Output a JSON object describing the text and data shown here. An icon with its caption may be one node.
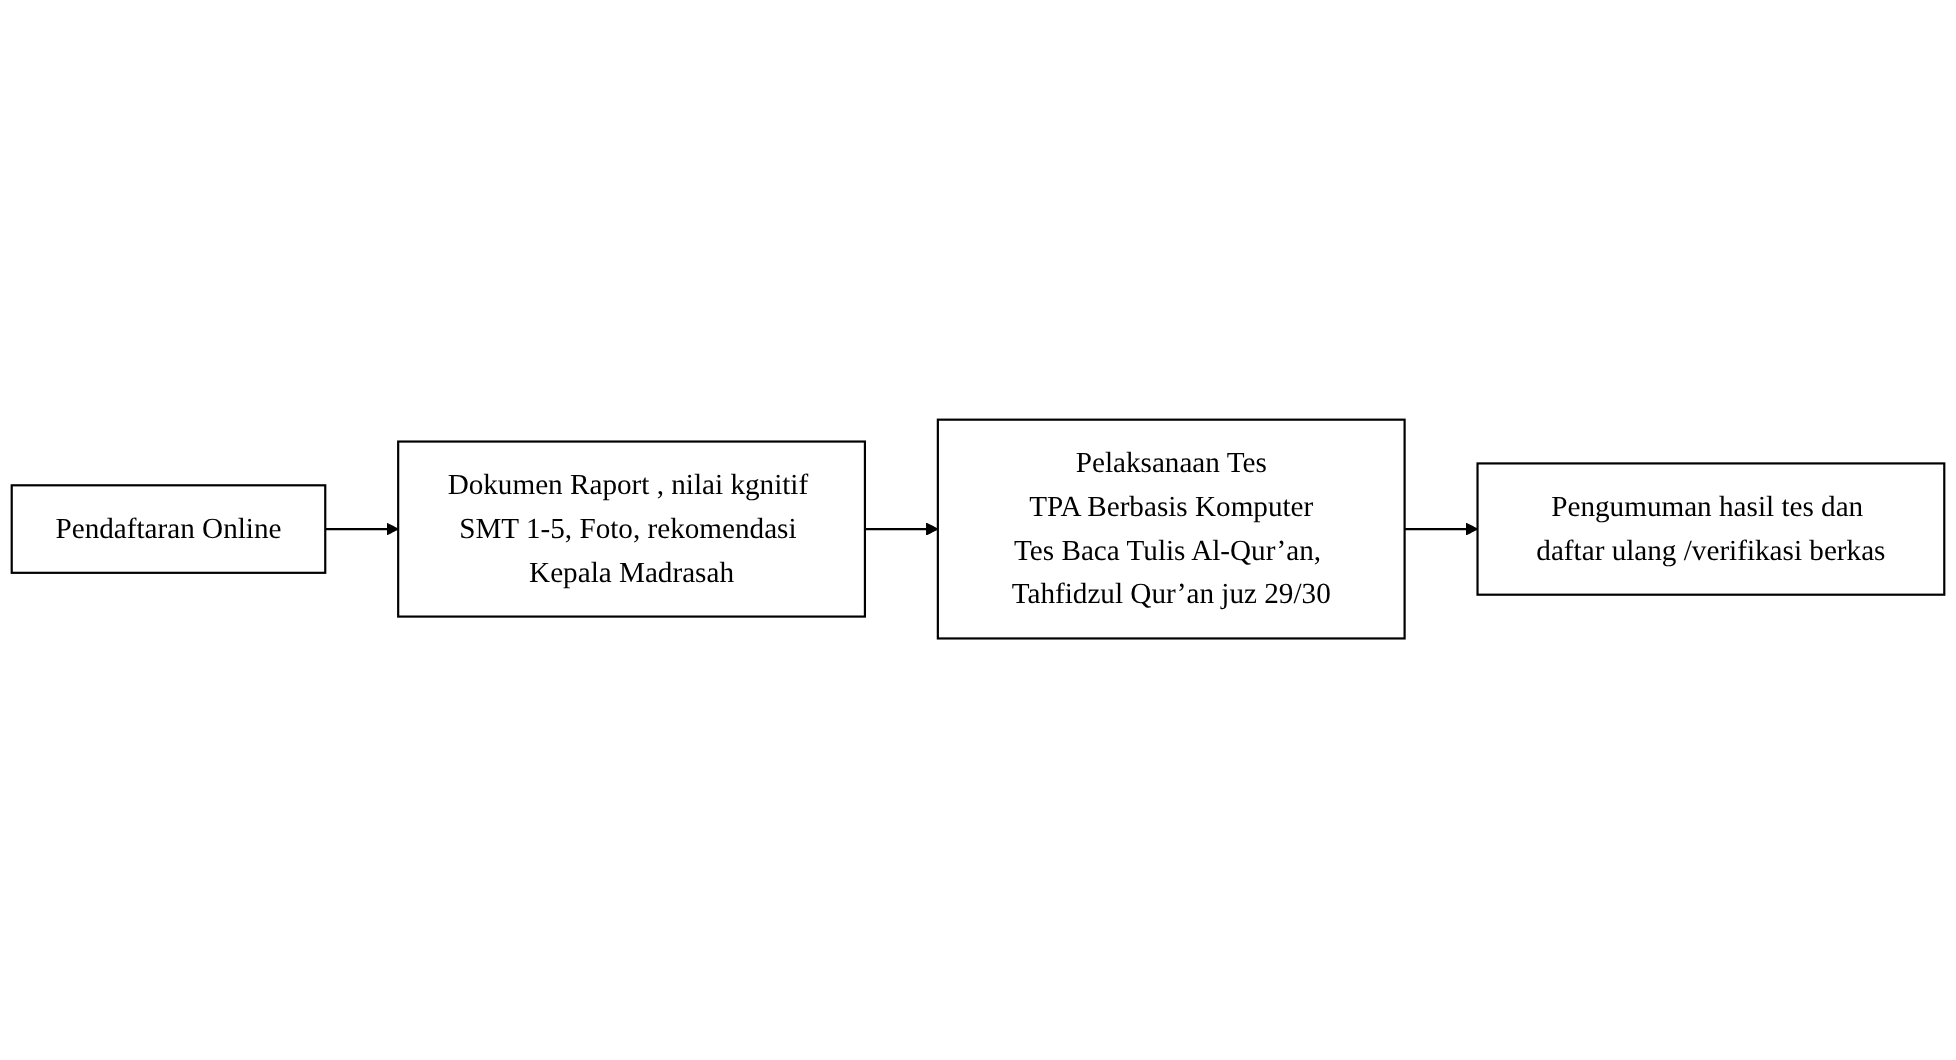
{
  "diagram": {
    "nodes": [
      {
        "text": [
          "Pendaftaran Online"
        ]
      },
      {
        "text": [
          "Dokumen Raport , nilai kgnitif SMT 1-5, Foto, rekomendasi Kepala Madrasah"
        ]
      },
      {
        "text": [
          "Pelaksanaan Tes",
          "TPA Berbasis Komputer",
          "Tes Baca Tulis Al-Qur’an, Tahfidzul Qur’an juz 29/30"
        ]
      },
      {
        "text": [
          "Pengumuman hasil tes dan daftar ulang /verifikasi berkas"
        ]
      }
    ],
    "edges": [
      {
        "from": 0,
        "to": 1,
        "arrow": "to"
      },
      {
        "from": 1,
        "to": 2,
        "arrow": "to"
      },
      {
        "from": 2,
        "to": 3,
        "arrow": "to"
      }
    ]
  }
}
